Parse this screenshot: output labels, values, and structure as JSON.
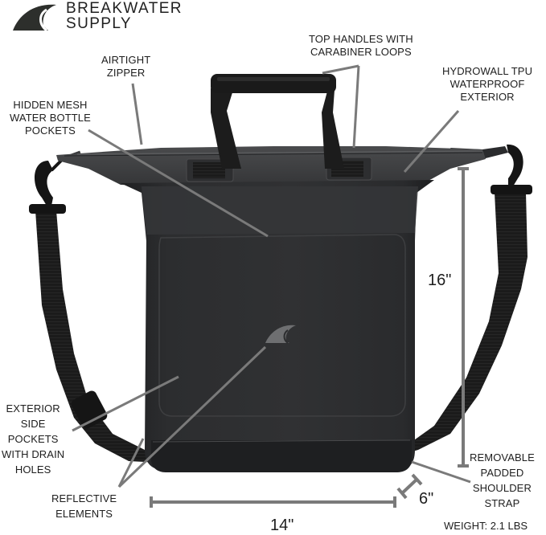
{
  "brand": {
    "line1": "BREAKWATER",
    "line2": "SUPPLY",
    "logo_icon": "wave-icon"
  },
  "product": {
    "type": "waterproof tote bag",
    "color": "#2b2c2e",
    "strap_color": "#1a1a1a"
  },
  "callouts": {
    "airtight_zipper": [
      "AIRTIGHT",
      "ZIPPER"
    ],
    "top_handles": [
      "TOP HANDLES WITH",
      "CARABINER LOOPS"
    ],
    "hydrowall": [
      "HYDROWALL TPU",
      "WATERPROOF",
      "EXTERIOR"
    ],
    "hidden_mesh": [
      "HIDDEN MESH",
      "WATER BOTTLE",
      "POCKETS"
    ],
    "exterior_side": [
      "EXTERIOR",
      "SIDE",
      "POCKETS",
      "WITH DRAIN",
      "HOLES"
    ],
    "reflective": [
      "REFLECTIVE",
      "ELEMENTS"
    ],
    "shoulder_strap": [
      "REMOVABLE",
      "PADDED",
      "SHOULDER",
      "STRAP"
    ]
  },
  "dimensions": {
    "height": "16\"",
    "width": "14\"",
    "depth": "6\"",
    "weight": "WEIGHT: 2.1 LBS"
  },
  "colors": {
    "leader_line": "#7a7a7a",
    "text": "#1e1e1e",
    "bag_body": "#2b2c2e",
    "bag_top": "#3b3c3e"
  }
}
